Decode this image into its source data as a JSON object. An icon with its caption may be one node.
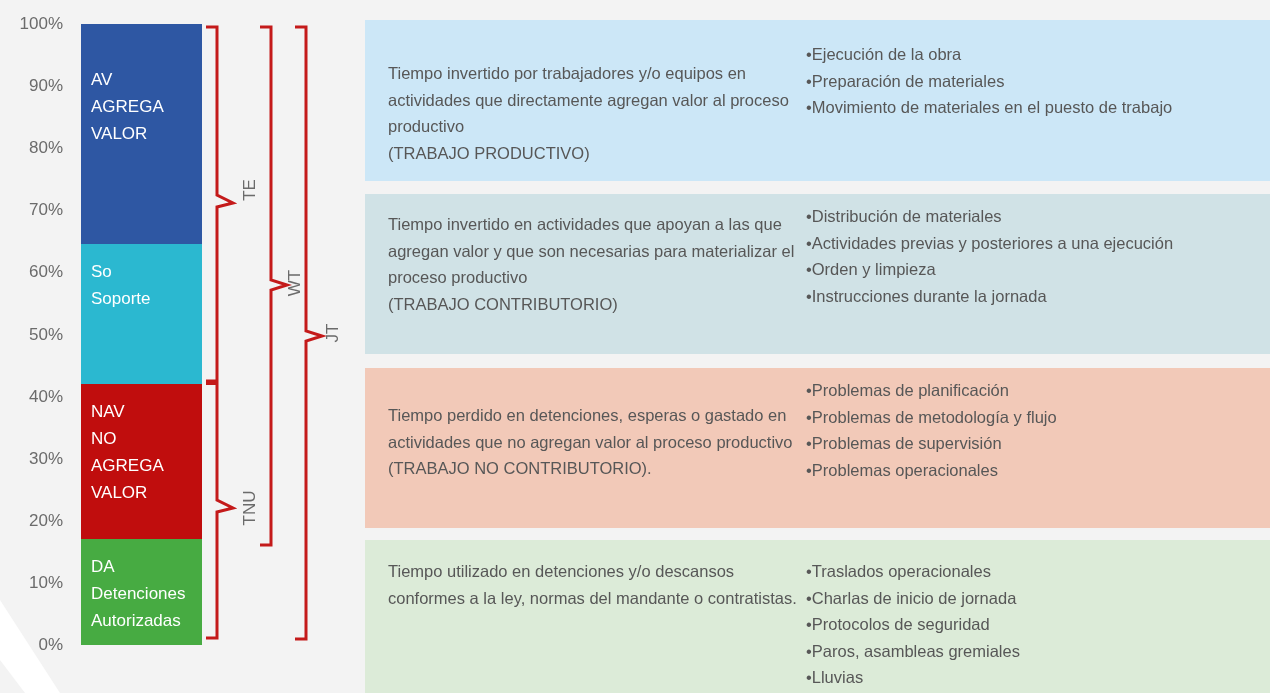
{
  "diagram": {
    "nodes": [
      {
        "text": [
          "AV",
          "AGREGA VALOR"
        ]
      },
      {
        "text": [
          "So",
          "Soporte"
        ]
      },
      {
        "text": [
          "NAV",
          "NO AGREGA VALOR"
        ]
      },
      {
        "text": [
          "DA",
          "Detenciones Autorizadas"
        ]
      },
      {
        "text": [
          "Tiempo invertido por trabajadores y/o equipos en actividades que directamente agregan valor al proceso productivo",
          "(TRABAJO PRODUCTIVO)",
          "•Ejecución de la obra",
          "•Preparación de materiales",
          "•Movimiento de materiales en el puesto de trabajo"
        ]
      },
      {
        "text": [
          "Tiempo invertido en actividades que apoyan a las que agregan valor y que son necesarias para materializar el proceso productivo",
          "(TRABAJO CONTRIBUTORIO)",
          "•Distribución de materiales",
          "•Actividades previas y posteriores a una ejecución",
          "•Orden y limpieza",
          "•Instrucciones durante la jornada"
        ]
      },
      {
        "text": [
          "Tiempo perdido en detenciones, esperas o gastado en actividades que no agregan valor al proceso productivo",
          "(TRABAJO NO CONTRIBUTORIO).",
          "•Problemas de planificación",
          "•Problemas de metodología y flujo",
          "•Problemas de supervisión",
          "•Problemas operacionales"
        ]
      },
      {
        "text": [
          "Tiempo utilizado en detenciones y/o descansos conformes a la ley, normas del mandante o contratistas.",
          "•Traslados operacionales",
          "•Charlas de inicio de jornada",
          "•Protocolos de seguridad",
          "•Paros, asambleas gremiales",
          "•Lluvias"
        ]
      }
    ],
    "labels": [
      "100%",
      "90%",
      "80%",
      "70%",
      "60%",
      "50%",
      "40%",
      "30%",
      "20%",
      "10%",
      "0%",
      "TE",
      "WT",
      "JT",
      "TNU"
    ]
  }
}
